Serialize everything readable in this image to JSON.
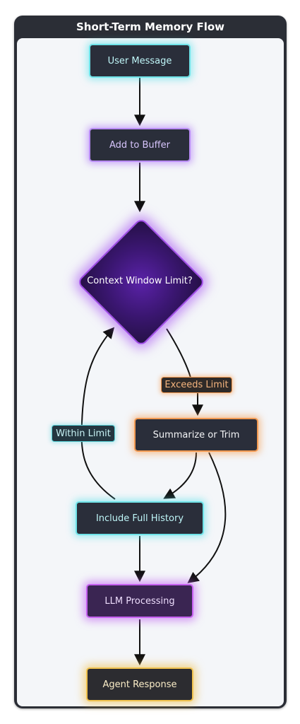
{
  "title": "Short-Term Memory Flow",
  "nodes": {
    "user_message": "User Message",
    "add_to_buffer": "Add to Buffer",
    "context_window_limit": "Context Window Limit?",
    "summarize_or_trim": "Summarize or Trim",
    "include_full_history": "Include Full History",
    "llm_processing": "LLM Processing",
    "agent_response": "Agent Response"
  },
  "edge_labels": {
    "exceeds_limit": "Exceeds Limit",
    "within_limit": "Within Limit"
  },
  "colors": {
    "frame": "#2b2e36",
    "canvas": "#f4f6f9",
    "cyan_glow": "#6fe3e8",
    "purple_glow": "#b98cf5",
    "orange_glow": "#f29a52",
    "violet_glow": "#c660f0",
    "gold_glow": "#f0c24e"
  }
}
